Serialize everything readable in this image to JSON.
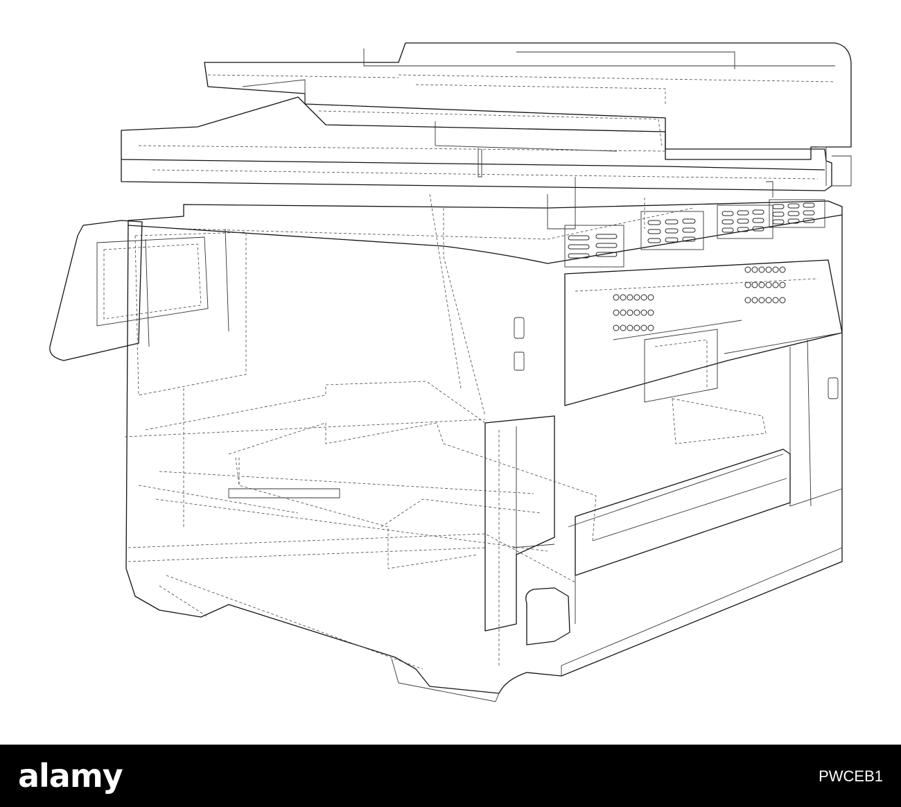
{
  "footer": {
    "brand": "alamy",
    "image_id": "PWCEB1"
  },
  "colors": {
    "background": "#ffffff",
    "footer_background": "#000000",
    "footer_text": "#ffffff",
    "line": "#111111"
  },
  "icons": {
    "brand": "alamy-wordmark-logo"
  }
}
